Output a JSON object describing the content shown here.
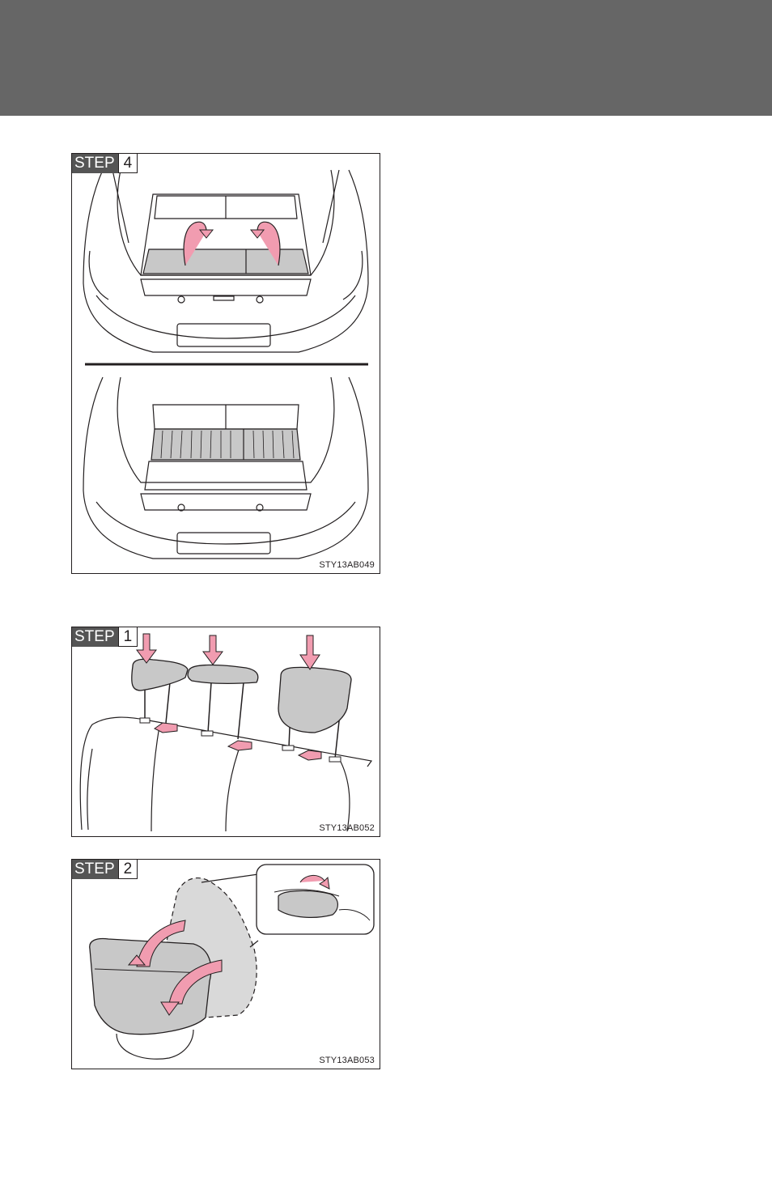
{
  "figures": [
    {
      "step_word": "STEP",
      "step_number": "4",
      "code": "STY13AB049"
    },
    {
      "step_word": "STEP",
      "step_number": "1",
      "code": "STY13AB052"
    },
    {
      "step_word": "STEP",
      "step_number": "2",
      "code": "STY13AB053"
    }
  ],
  "colors": {
    "header": "#666666",
    "arrow": "#f19cb0",
    "fill": "#c8c8c8"
  }
}
